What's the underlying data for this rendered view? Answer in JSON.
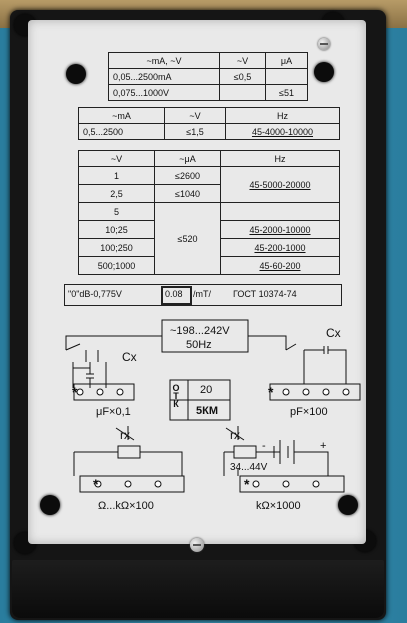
{
  "table1": {
    "header": [
      "~mA, ~V",
      "~V",
      "μA"
    ],
    "rows": [
      [
        "0,05...2500mA",
        "≤0,5",
        ""
      ],
      [
        "0,075...1000V",
        "",
        "≤51"
      ]
    ]
  },
  "table2": {
    "header": [
      "~mA",
      "~V",
      "Hz"
    ],
    "row": [
      "0,5...2500",
      "≤1,5",
      "45-4000-10000"
    ]
  },
  "table3": {
    "header": [
      "~V",
      "~μA",
      "Hz"
    ],
    "col1": [
      "1",
      "2,5",
      "5",
      "10;25",
      "100;250",
      "500;1000"
    ],
    "col2": [
      "≤2600",
      "≤1040",
      "≤520"
    ],
    "col3": [
      "45-5000-20000",
      "45-2000-10000",
      "45-200-1000",
      "45-60-200"
    ]
  },
  "spec_line": {
    "db": "\"0\"dB-0,775V",
    "box": "0.08",
    "unit": "/mT/",
    "gost": "ГОСТ 10374-74"
  },
  "supply": {
    "voltage": "~198...242V",
    "freq": "50Hz"
  },
  "stamp": {
    "letters": "ОТК",
    "number": "20",
    "code": "5КМ"
  },
  "labels": {
    "cx": "Cx",
    "rx": "rx",
    "uf": "μF×0,1",
    "pf": "pF×100",
    "ohm": "Ω...kΩ×100",
    "kohm": "kΩ×1000",
    "battery": "34...44V",
    "plus": "+",
    "minus": "-",
    "star": "*"
  }
}
